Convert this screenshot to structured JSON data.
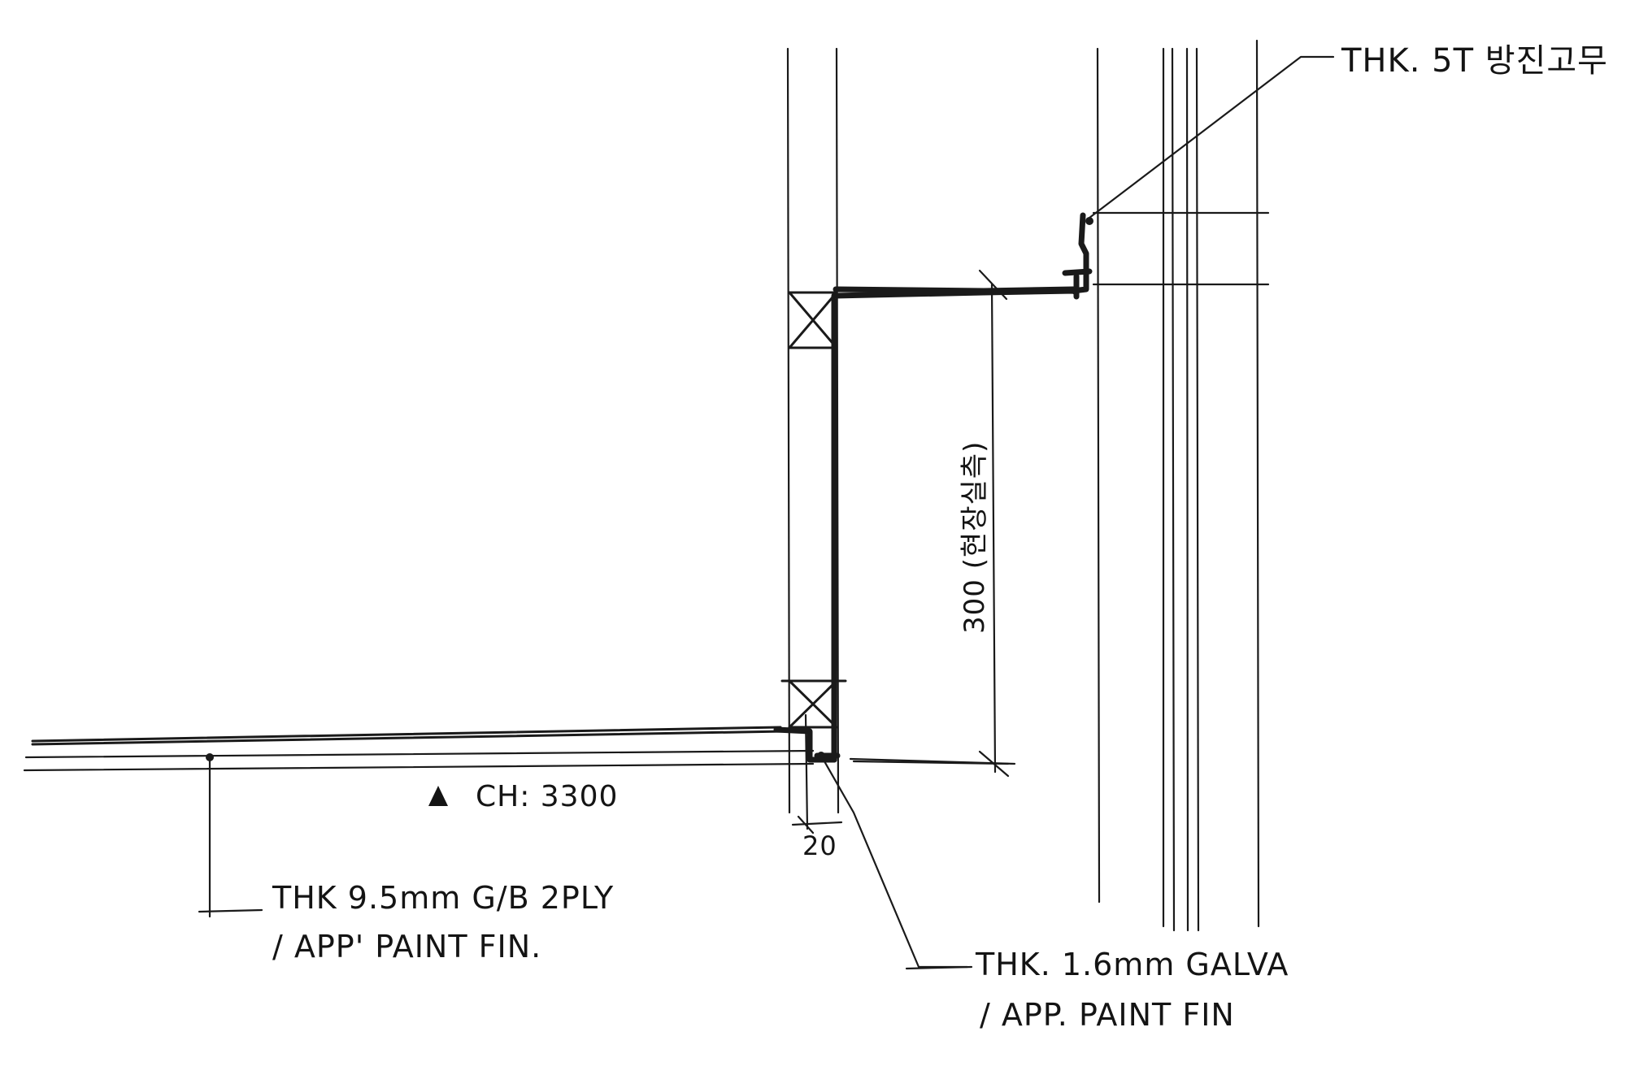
{
  "annotations": {
    "rubber_pad": "THK. 5T 방진고무",
    "height_dim": "300 (현장실측)",
    "ceiling_height": "CH: 3300",
    "gap_dim": "20",
    "board_line1": "THK 9.5mm G/B 2PLY",
    "board_line2": "/ APP' PAINT FIN.",
    "galva_line1": "THK. 1.6mm GALVA",
    "galva_line2": "/ APP. PAINT FIN"
  },
  "colors": {
    "ink": "#1a1a1a",
    "paper": "#ffffff"
  }
}
